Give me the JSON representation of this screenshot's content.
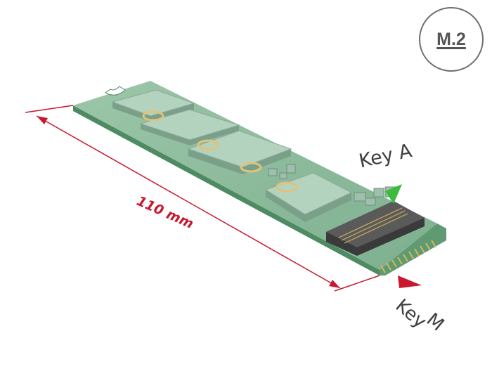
{
  "badge": {
    "text": "M.2"
  },
  "dimension": {
    "text": "110 mm"
  },
  "key_a": {
    "text": "Key A"
  },
  "key_m": {
    "line1": "Key",
    "line2": "M"
  },
  "colors": {
    "pcb_top": "#8ab79a",
    "pcb_edge": "#4e8a62",
    "chip": "#a9ccb6",
    "accent_red": "#c8192e",
    "key_a_marker": "#3dbb3d",
    "connector": "#4a4a4a",
    "gold_contacts": "#d8b85a"
  }
}
